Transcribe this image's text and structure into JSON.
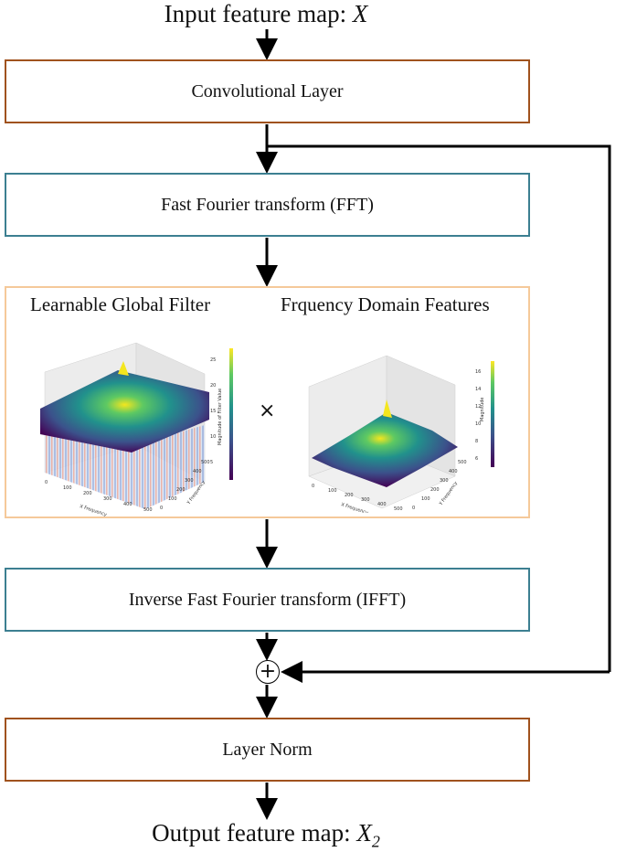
{
  "input_title": {
    "prefix": "Input feature map: ",
    "symbol": "X"
  },
  "output_title": {
    "prefix": "Output feature map: ",
    "symbol": "X",
    "subscript": "2"
  },
  "blocks": {
    "conv": "Convolutional Layer",
    "fft": "Fast Fourier transform (FFT)",
    "ifft": "Inverse Fast Fourier transform (IFFT)",
    "norm": "Layer Norm"
  },
  "panel": {
    "left_title": "Learnable Global Filter",
    "right_title": "Frquency Domain Features",
    "operator": "×",
    "left_plot": {
      "xlabel": "X Frequency",
      "ylabel": "Y Frequency",
      "zlabel": "Magnitude of Filter Value",
      "x_ticks": [
        "0",
        "100",
        "200",
        "300",
        "400",
        "500"
      ],
      "y_ticks": [
        "0",
        "100",
        "200",
        "300",
        "400",
        "500"
      ],
      "cbar_ticks": [
        "5",
        "10",
        "15",
        "20",
        "25"
      ]
    },
    "right_plot": {
      "xlabel": "X Frequency",
      "ylabel": "Y Frequency",
      "zlabel": "Magnitude",
      "x_ticks": [
        "0",
        "100",
        "200",
        "300",
        "400",
        "500"
      ],
      "y_ticks": [
        "0",
        "100",
        "200",
        "300",
        "400",
        "500"
      ],
      "cbar_ticks": [
        "6",
        "8",
        "10",
        "12",
        "14",
        "16"
      ]
    }
  },
  "sum_operator": "+",
  "colors": {
    "conv_norm_border": "#a0521d",
    "fft_border": "#3c7f91",
    "panel_border": "#f5c99a"
  }
}
